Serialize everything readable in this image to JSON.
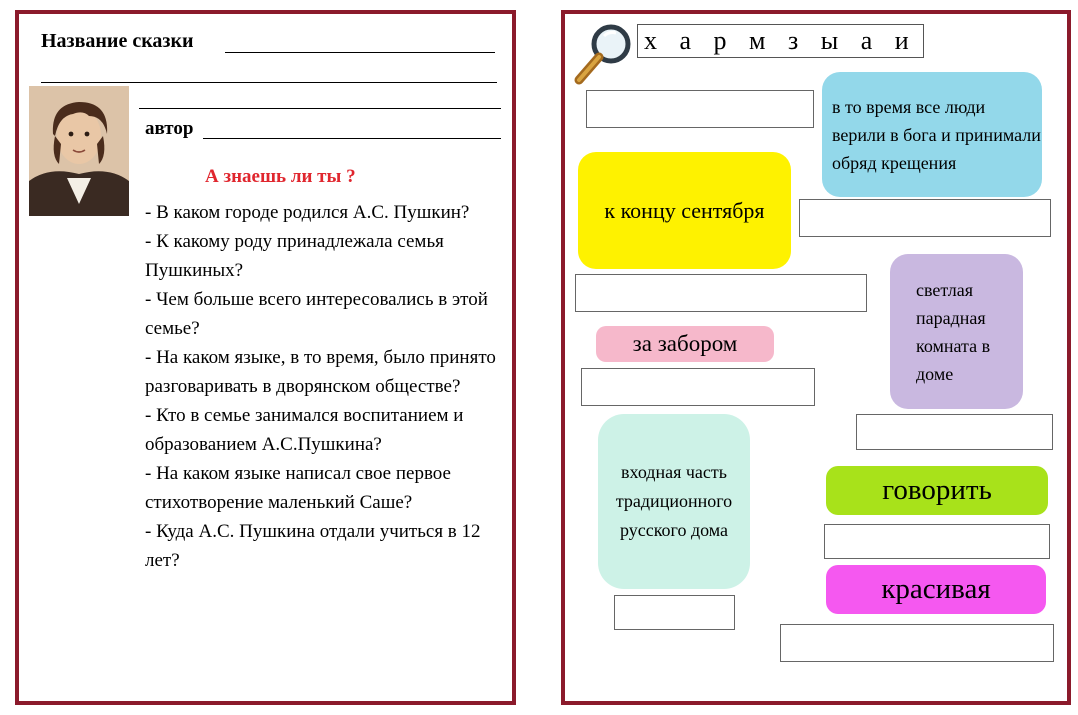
{
  "left_card": {
    "title_label": "Название сказки",
    "author_label": "автор",
    "quiz_heading": "А знаешь ли ты ?",
    "questions": [
      "- В каком городе родился А.С. Пушкин?",
      "- К какому роду принадлежала семья Пушкиных?",
      "- Чем больше всего интересовались в этой семье?",
      "- На каком языке, в то время, было принято разговаривать в дворянском обществе?",
      "- Кто в семье занимался воспитанием и образованием А.С.Пушкина?",
      "- На каком языке написал свое первое стихотворение маленький Саше?",
      "- Куда А.С. Пушкина отдали учиться в 12 лет?"
    ]
  },
  "right_card": {
    "scrambled_word": "х а р м з ы а и",
    "clues": {
      "blue": "в то время все люди верили в бога и принимали обряд крещения",
      "yellow": "к концу сентября",
      "purple": "светлая парадная комната в доме",
      "pink": "за забором",
      "mint": "входная часть традиционного русского дома",
      "green": "говорить",
      "magenta": "красивая"
    },
    "colors": {
      "border": "#8b1a2b",
      "blue": "#93d8ea",
      "yellow": "#fef200",
      "purple": "#c9b8e0",
      "pink": "#f6b8cb",
      "mint": "#cdf2e7",
      "green": "#a8e21a",
      "magenta": "#f558f0",
      "quiz_heading": "#e0262e"
    },
    "icon": "magnifier-icon"
  },
  "portrait": "pushkin-portrait"
}
